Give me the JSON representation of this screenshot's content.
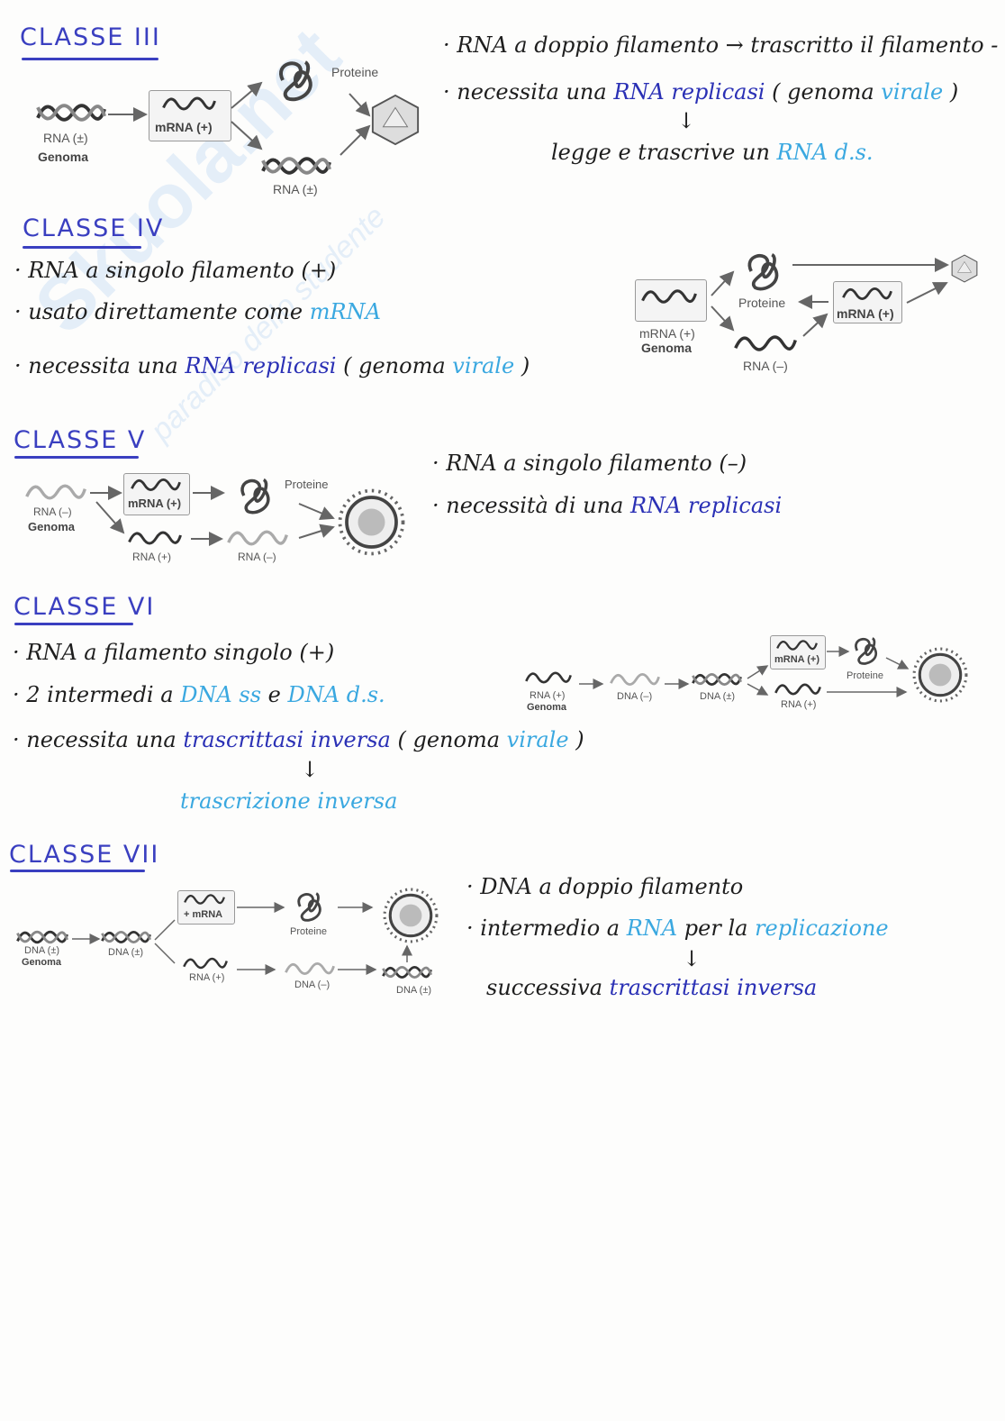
{
  "watermark": {
    "brand": "Skuola.net",
    "tagline": "paradiso dello studente"
  },
  "classe3": {
    "title": "CLASSE III",
    "diagram": {
      "genome_label": "RNA (±)",
      "genome_sub": "Genoma",
      "mrna": "mRNA (+)",
      "proteins": "Proteine",
      "rna2": "RNA (±)"
    },
    "lines": [
      {
        "a": "· RNA a doppio filamento → trascritto il filamento -"
      },
      {
        "a": "· necessita una ",
        "b": "RNA replicasi",
        "c": " ( genoma ",
        "d": "virale",
        "e": " )"
      },
      {
        "arrow": "↓"
      },
      {
        "a": "legge e trascrive un ",
        "b": "RNA d.s."
      }
    ]
  },
  "classe4": {
    "title": "CLASSE IV",
    "lines": [
      {
        "a": "· RNA a singolo filamento (+)"
      },
      {
        "a": "· usato direttamente come ",
        "b": "mRNA"
      },
      {
        "a": "· necessita una ",
        "b": "RNA replicasi",
        "c": " ( genoma ",
        "d": "virale",
        "e": " )"
      }
    ],
    "diagram": {
      "genome_label": "mRNA (+)",
      "genome_sub": "Genoma",
      "proteins": "Proteine",
      "mrna": "mRNA (+)",
      "rna_minus": "RNA (–)"
    }
  },
  "classe5": {
    "title": "CLASSE V",
    "diagram": {
      "genome_label": "RNA (–)",
      "genome_sub": "Genoma",
      "mrna": "mRNA (+)",
      "proteins": "Proteine",
      "rna_plus": "RNA (+)",
      "rna_minus": "RNA (–)"
    },
    "lines": [
      {
        "a": "· RNA a singolo filamento (–)"
      },
      {
        "a": "· necessità di una ",
        "b": "RNA replicasi"
      }
    ]
  },
  "classe6": {
    "title": "CLASSE VI",
    "lines": [
      {
        "a": "· RNA a filamento singolo (+)"
      },
      {
        "a": "· 2 intermedi a ",
        "b": "DNA ss",
        "c": " e ",
        "d": "DNA d.s."
      },
      {
        "a": "· necessita una ",
        "b": "trascrittasi inversa",
        "c": " ( genoma ",
        "d": "virale",
        "e": " )"
      },
      {
        "arrow": "↓"
      },
      {
        "a": "trascrizione inversa"
      }
    ],
    "diagram": {
      "genome_label": "RNA (+)",
      "genome_sub": "Genoma",
      "dna_minus": "DNA (–)",
      "dna_pm": "DNA (±)",
      "mrna": "mRNA (+)",
      "proteins": "Proteine",
      "rna_plus": "RNA (+)"
    }
  },
  "classe7": {
    "title": "CLASSE VII",
    "diagram": {
      "genome_label": "DNA (±)",
      "genome_sub": "Genoma",
      "dna_pm": "DNA (±)",
      "mrna": "+ mRNA",
      "proteins": "Proteine",
      "rna_plus": "RNA (+)",
      "dna_minus": "DNA (–)",
      "dna_pm2": "DNA (±)"
    },
    "lines": [
      {
        "a": "· DNA a doppio filamento"
      },
      {
        "a": "· intermedio a ",
        "b": "RNA",
        "c": " per la ",
        "d": "replicazione"
      },
      {
        "arrow": "↓"
      },
      {
        "a": "successiva ",
        "b": "trascrittasi inversa"
      }
    ]
  }
}
